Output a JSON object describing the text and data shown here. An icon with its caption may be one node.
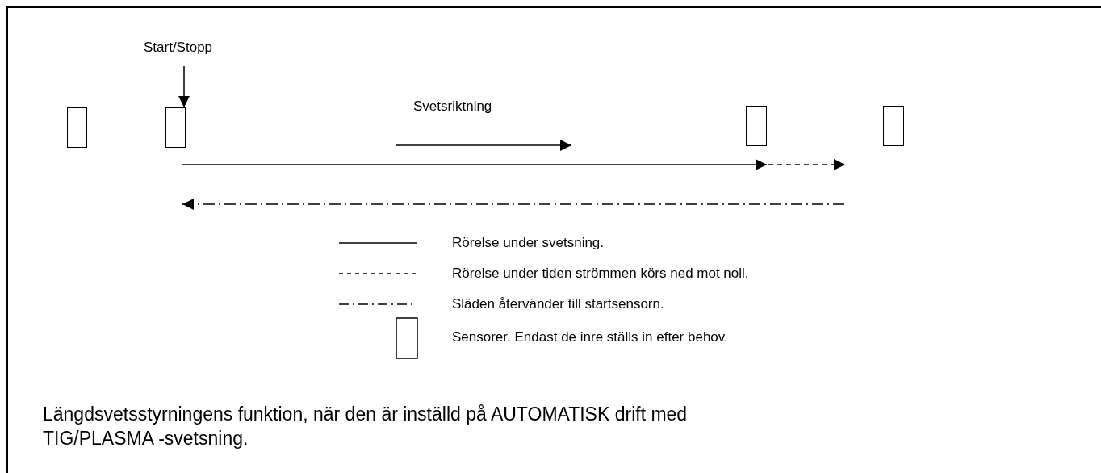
{
  "diagram": {
    "caption": "Längdsvetsstyrningens funktion, när den är inställd på AUTOMATISK drift med TIG/PLASMA -svetsning.",
    "nodes": [
      {
        "text": [],
        "shape": "box"
      },
      {
        "text": [],
        "shape": "box"
      },
      {
        "text": [],
        "shape": "box"
      },
      {
        "text": [],
        "shape": "box"
      },
      {
        "text": [
          "Start/Stopp"
        ]
      }
    ],
    "edges": [
      {
        "from": 4,
        "to": 1,
        "arrow": "to"
      }
    ],
    "labels": [
      "Svetsriktning"
    ],
    "legend": [
      {
        "text": "Rörelse under svetsning."
      },
      {
        "text": "Rörelse under tiden strömmen körs ned mot noll."
      },
      {
        "text": "Släden återvänder till startsensorn."
      },
      {
        "text": "Sensorer. Endast de inre ställs in efter behov."
      }
    ]
  }
}
